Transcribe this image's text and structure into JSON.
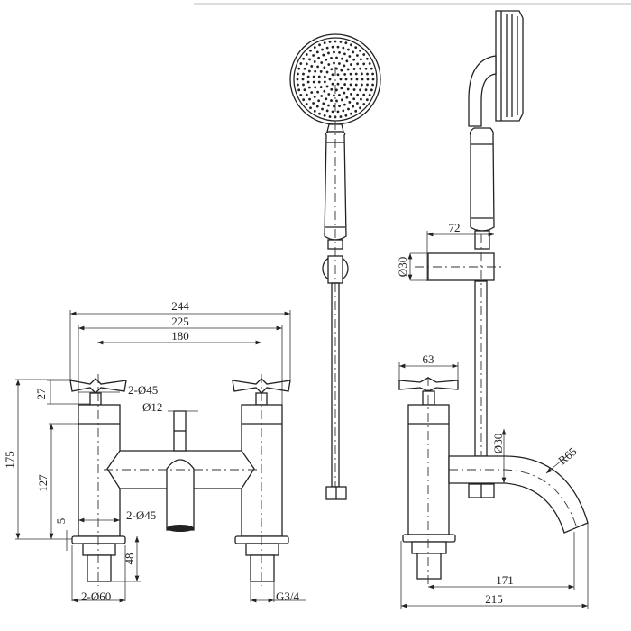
{
  "title": "Bath shower mixer technical drawing",
  "front_view": {
    "dims": {
      "overall_width": "244",
      "handle_centres_outer": "225",
      "centres": "180",
      "handle_height": "27",
      "handle_diameter": "2-Ø45",
      "diverter_diameter": "Ø12",
      "overall_height": "175",
      "body_height": "127",
      "body_diameter": "2-Ø45",
      "base_thickness": "5",
      "shank_length": "48",
      "base_diameter": "2-Ø60",
      "thread": "G3/4"
    }
  },
  "side_view": {
    "dims": {
      "holder_offset": "72",
      "holder_diameter": "Ø30",
      "handle_width": "63",
      "spout_diameter": "Ø30",
      "spout_radius": "R65",
      "spout_reach": "171",
      "overall_depth": "215"
    }
  }
}
